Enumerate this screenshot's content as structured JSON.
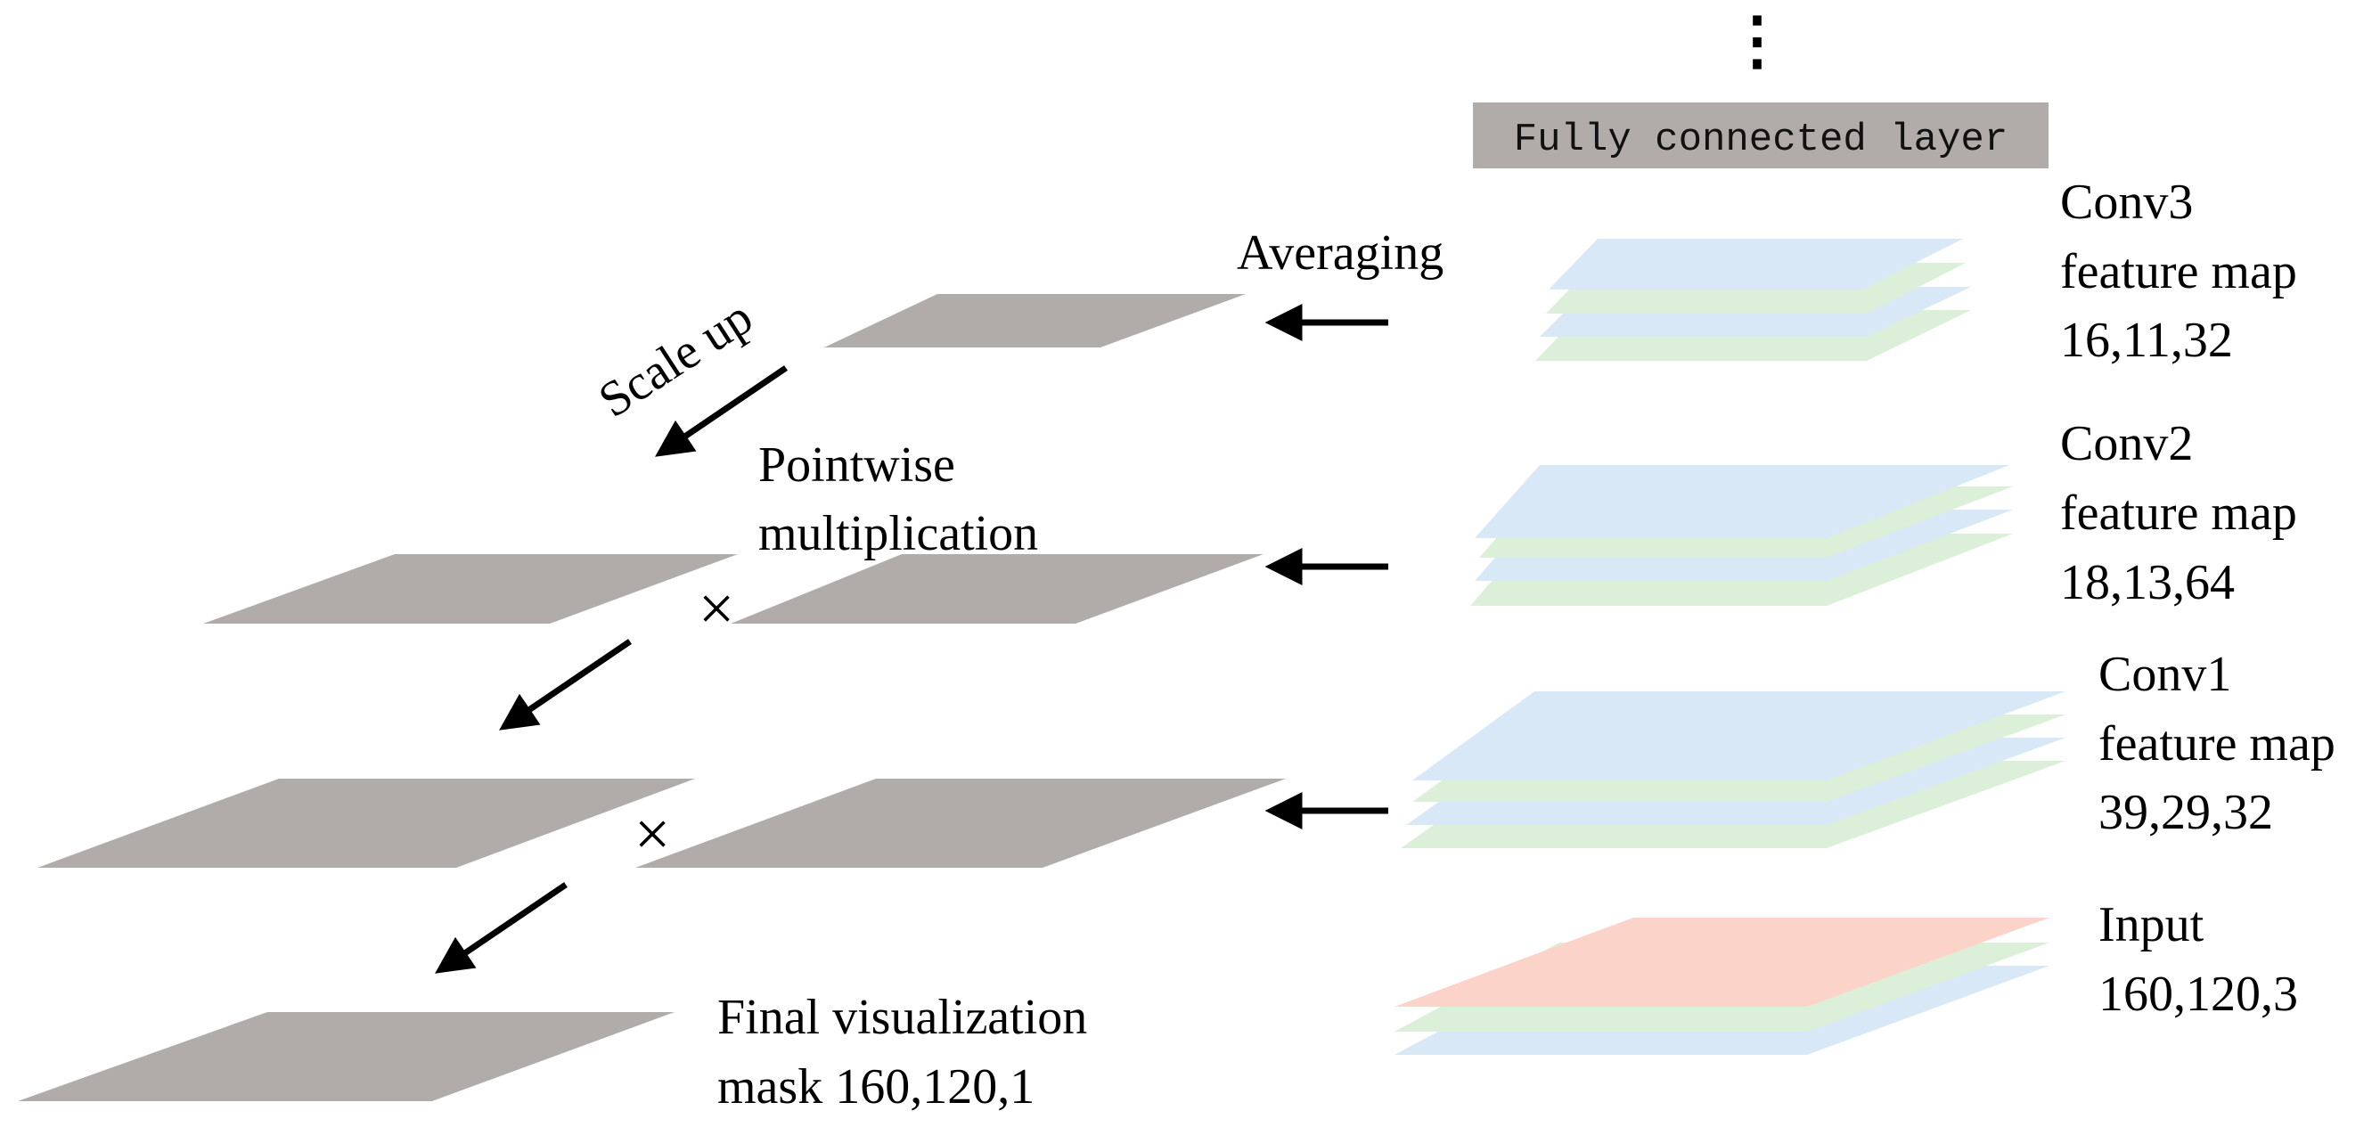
{
  "colors": {
    "gray": "#b1aca9",
    "blue": "#d8e8f6",
    "green": "#dcefd8",
    "red": "#fcd3c8",
    "fc_box": "#b1aca9",
    "arrow": "#000000"
  },
  "icons": {
    "ellipsis": "vertical-ellipsis-icon",
    "multiply": "multiply-icon"
  },
  "header": {
    "ellipsis": "⋮",
    "fc_layer": "Fully connected layer"
  },
  "labels": {
    "averaging": "Averaging",
    "scale_up": "Scale up",
    "pointwise_line1": "Pointwise",
    "pointwise_line2": "multiplication",
    "final_line1": "Final visualization",
    "final_line2": "mask 160,120,1",
    "times": "×"
  },
  "layers": {
    "conv3": {
      "name": "Conv3",
      "desc": "feature map",
      "dims": "16,11,32"
    },
    "conv2": {
      "name": "Conv2",
      "desc": "feature map",
      "dims": "18,13,64"
    },
    "conv1": {
      "name": "Conv1",
      "desc": "feature map",
      "dims": "39,29,32"
    },
    "input": {
      "name": "Input",
      "dims": "160,120,3"
    }
  }
}
